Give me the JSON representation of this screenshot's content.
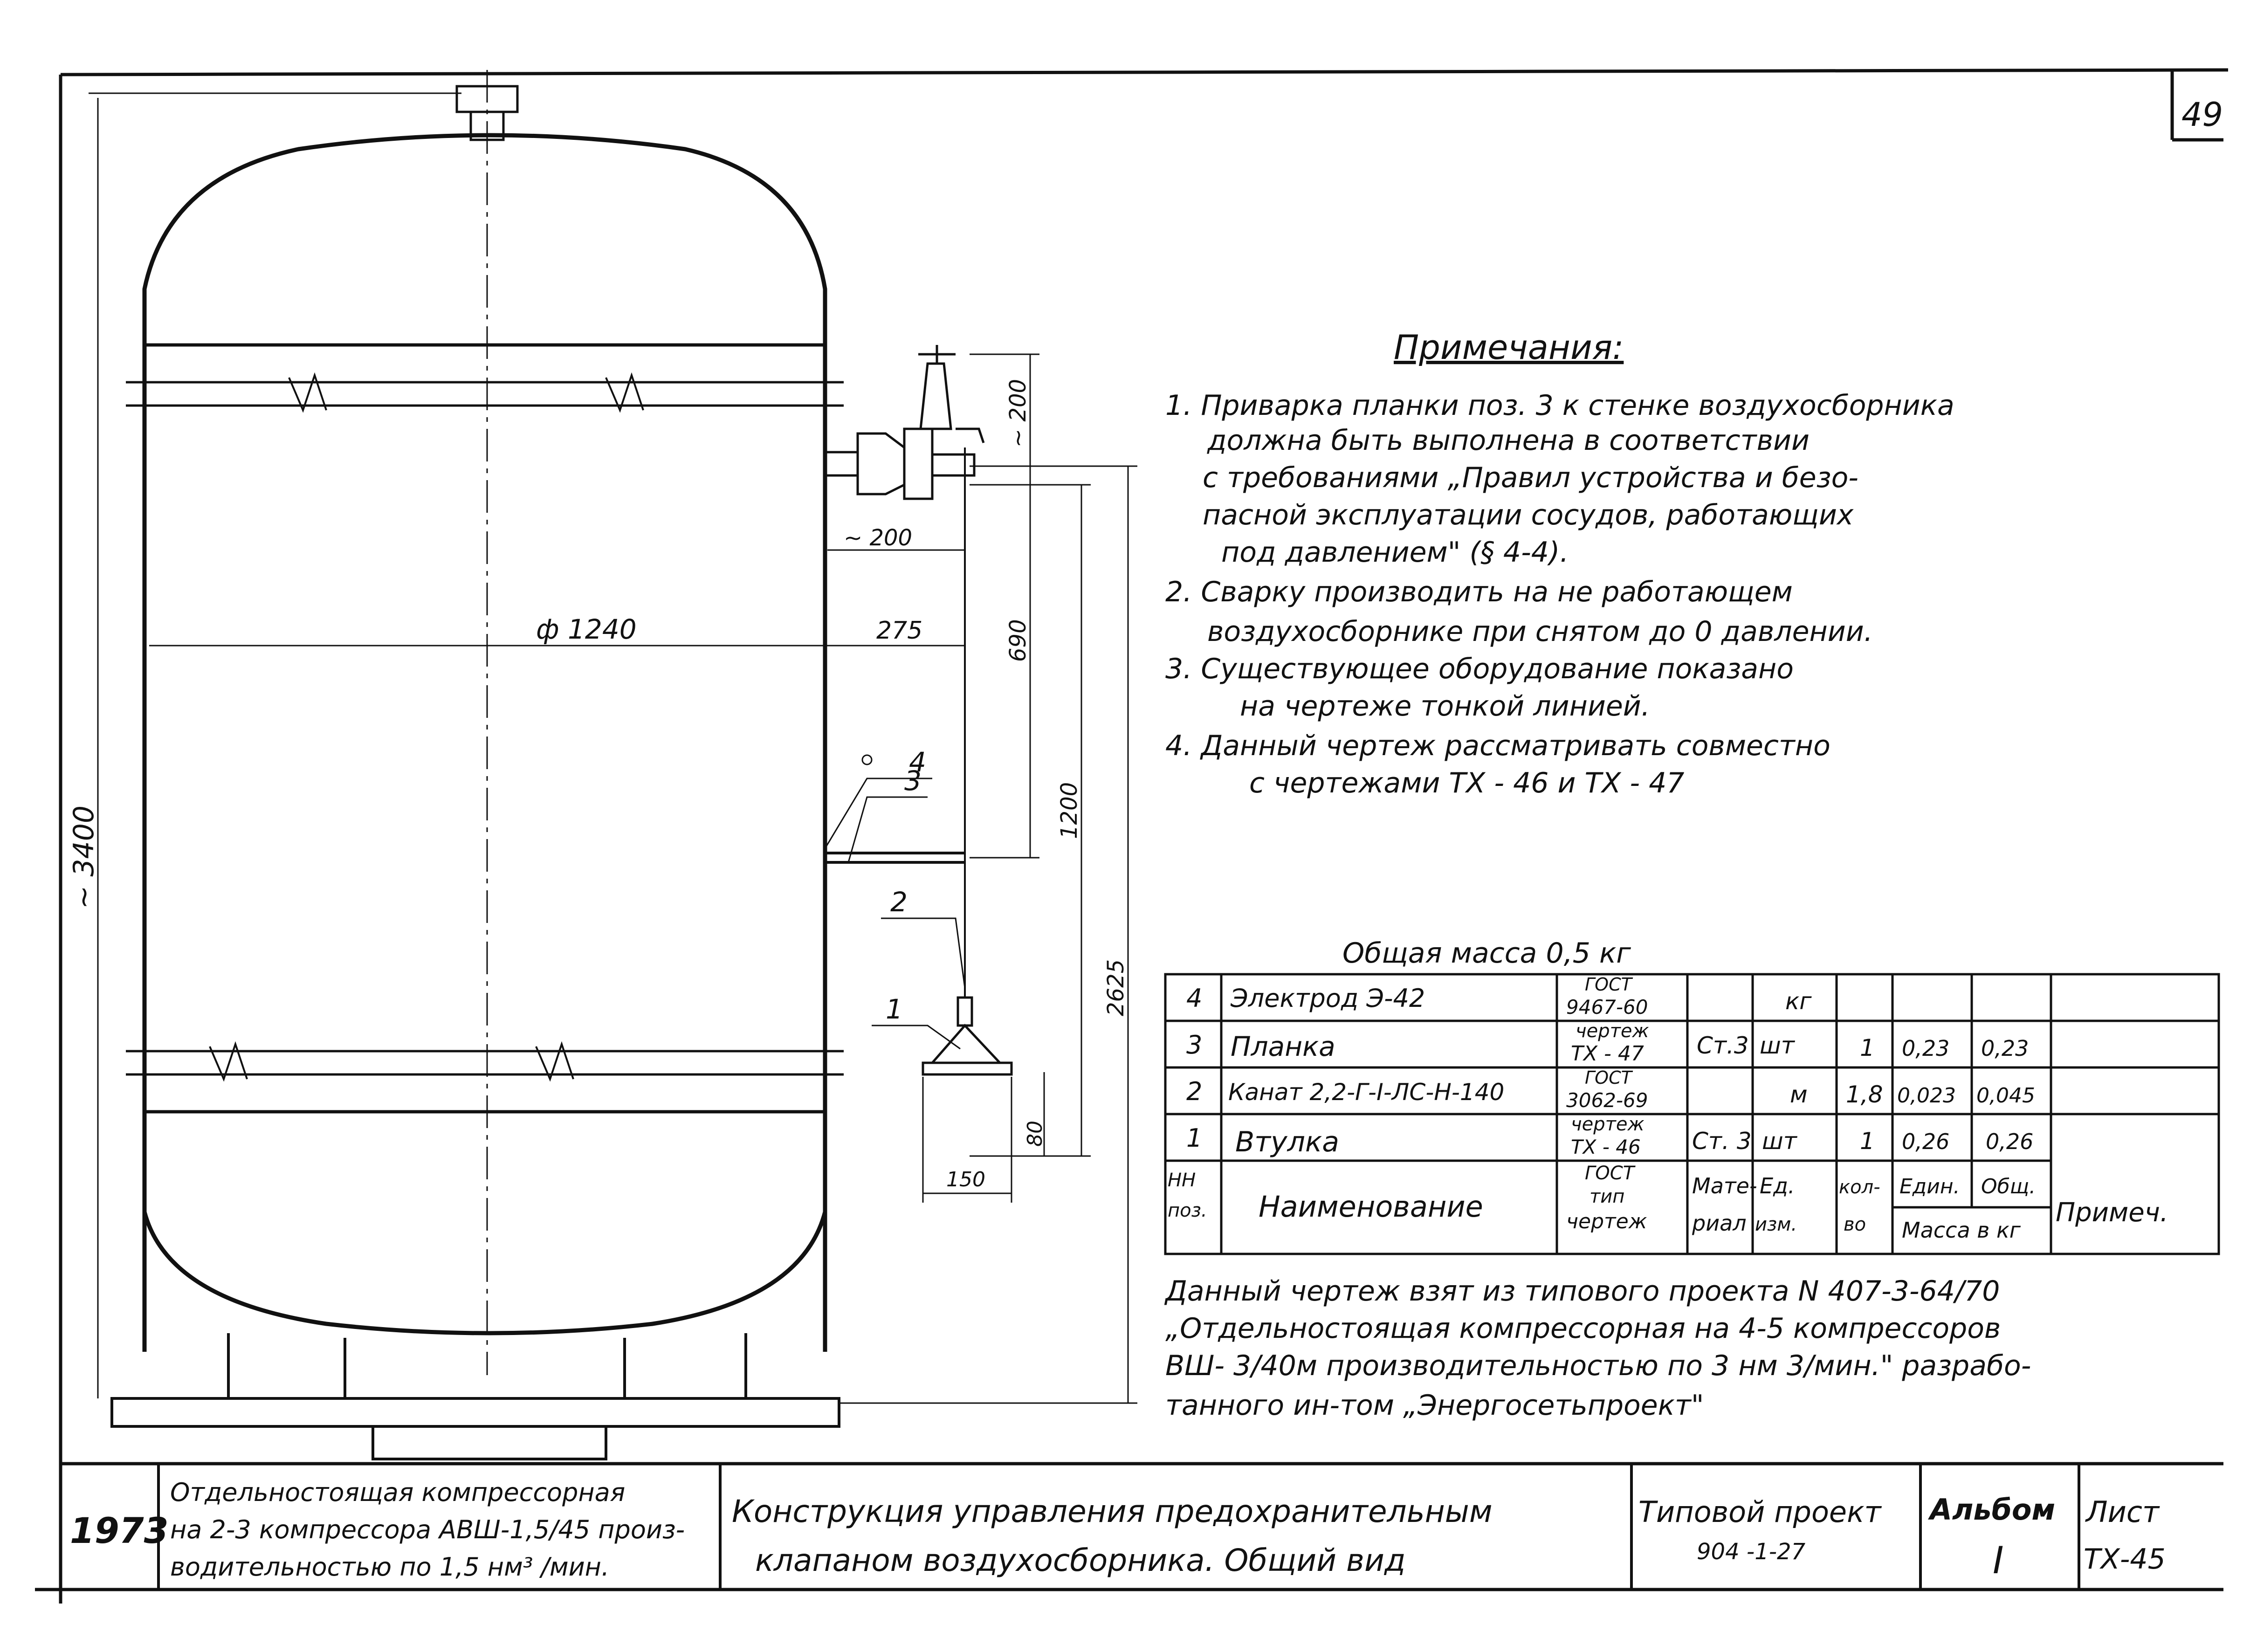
{
  "sheet_number": "49",
  "notes": {
    "title": "Примечания:",
    "lines": [
      "1. Приварка   планки  поз. 3  к  стенке  воздухосборника",
      "должна   быть   выполнена  в  соответствии",
      "с требованиями   „Правил  устройства   и  безо-",
      "пасной    эксплуатации  сосудов,  работающих",
      "под   давлением\" (§ 4-4).",
      "2. Сварку   производить   на   не   работающем",
      "воздухосборнике    при   снятом   до 0  давлении.",
      "3. Существующее    оборудование  показано",
      "на   чертеже    тонкой   линией.",
      "4. Данный   чертеж   рассматривать   совместно",
      "с  чертежами    ТХ - 46   и  ТХ - 47"
    ]
  },
  "dimensions": {
    "height_total": "~ 3400",
    "diameter": "ф 1240",
    "offset_275": "275",
    "offset_200": "~ 200",
    "valve_height": "~ 200",
    "dim_690": "690",
    "dim_1200": "1200",
    "dim_2625": "2625",
    "dim_80": "80",
    "dim_150": "150"
  },
  "callouts": [
    "1",
    "2",
    "3",
    "4"
  ],
  "table": {
    "total_mass": "Общая    масса   0,5 кг",
    "rows": [
      {
        "pos": "4",
        "name": "Электрод Э-42",
        "doc1": "ГОСТ",
        "doc2": "9467-60",
        "material": "",
        "unit": "кг",
        "qty": "",
        "unit_mass": "",
        "total_mass": "",
        "note": ""
      },
      {
        "pos": "3",
        "name": "Планка",
        "doc1": "чертеж",
        "doc2": "ТХ - 47",
        "material": "Ст.3",
        "unit": "шт",
        "qty": "1",
        "unit_mass": "0,23",
        "total_mass": "0,23",
        "note": ""
      },
      {
        "pos": "2",
        "name": "Канат 2,2-Г-I-ЛС-Н-140",
        "doc1": "ГОСТ",
        "doc2": "3062-69",
        "material": "",
        "unit": "м",
        "qty": "1,8",
        "unit_mass": "0,023",
        "total_mass": "0,045",
        "note": ""
      },
      {
        "pos": "1",
        "name": "Втулка",
        "doc1": "чертеж",
        "doc2": "ТХ - 46",
        "material": "Ст. 3",
        "unit": "шт",
        "qty": "1",
        "unit_mass": "0,26",
        "total_mass": "0,26",
        "note": ""
      }
    ],
    "header": {
      "pos1": "НН",
      "pos2": "поз.",
      "name": "Наименование",
      "doc1": "ГОСТ",
      "doc2": "тип",
      "doc3": "чертеж",
      "mat1": "Мате-",
      "mat2": "риал",
      "unit1": "Ед.",
      "unit2": "изм.",
      "qty1": "кол-",
      "qty2": "во",
      "mass_unit": "Един.",
      "mass_total": "Общ.",
      "mass_label": "Масса в кг",
      "note": "Примеч."
    }
  },
  "source_text": [
    "Данный  чертеж  взят  из  типового  проекта  N 407-3-64/70",
    "„Отдельностоящая компрессорная  на 4-5  компрессоров",
    " ВШ- 3/40м  производительностью  по 3 нм 3/мин.\"  разрабо-",
    "танного    ин-том    „Энергосетьпроект\""
  ],
  "title_block": {
    "year": "1973",
    "project_lines": [
      "Отдельностоящая компрессорная",
      "на 2-3 компрессора АВШ-1,5/45 произ-",
      "водительностью   по 1,5 нм³ /мин."
    ],
    "title_lines": [
      "Конструкция    управления    предохранительным",
      "клапаном  воздухосборника.    Общий  вид"
    ],
    "typical_project_label": "Типовой  проект",
    "typical_project_number": "904 -1-27",
    "album_label": "Альбом",
    "album_value": "I",
    "sheet_label": "Лист",
    "sheet_value": "ТХ-45"
  }
}
